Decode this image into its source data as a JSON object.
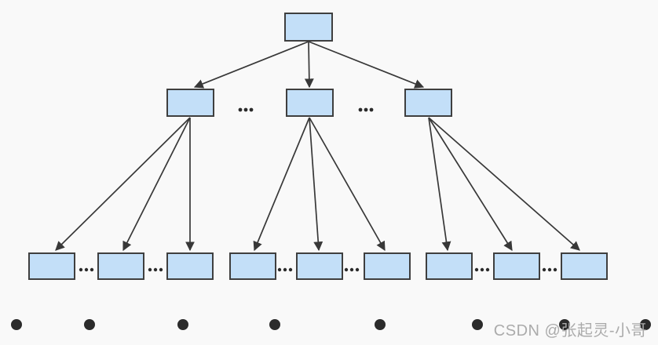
{
  "watermark": {
    "text": "CSDN @张起灵-小哥"
  },
  "colors": {
    "background": "#F9F9F9",
    "node_fill": "#C3DFF8",
    "node_border": "#3F3F3F",
    "edge": "#383838",
    "dot": "#2B2B2B",
    "watermark_text": "#ABABAB"
  },
  "diagram": {
    "type": "tree",
    "root_node_count": 1,
    "internal_node_count": 3,
    "leaf_node_count": 9,
    "internal_row_ellipsis_groups": 2,
    "leaf_row_ellipsis_groups": 6,
    "bottom_dot_count": 8,
    "edges_root_to_internal": 3,
    "edges_internal_to_leaf": 9,
    "node_text": ""
  }
}
